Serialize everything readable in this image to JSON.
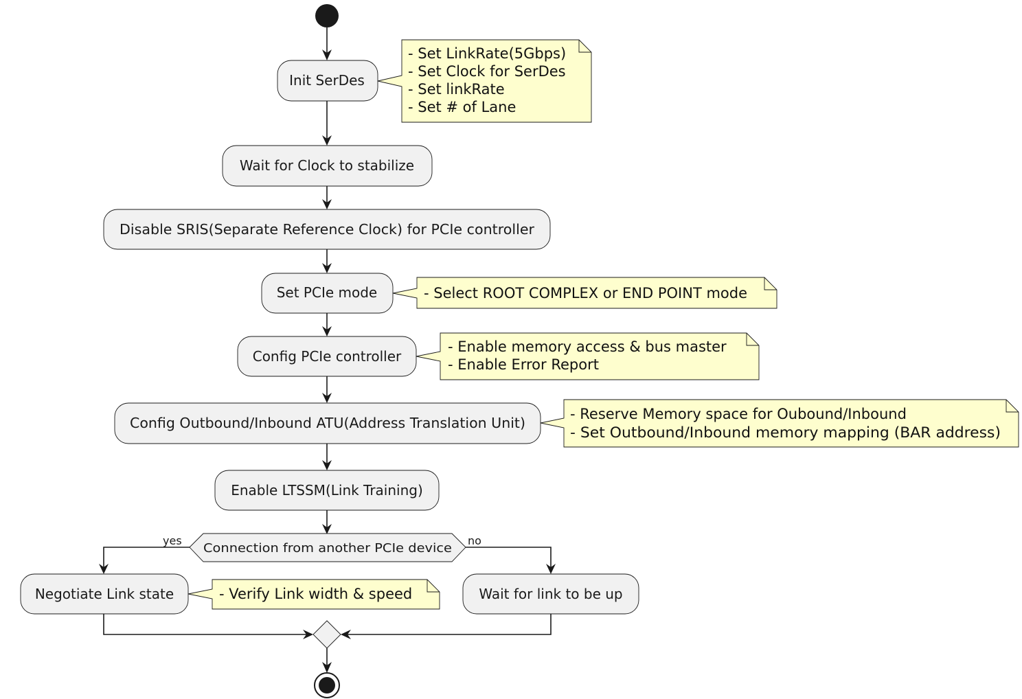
{
  "diagram": {
    "activities": {
      "init_serdes": "Init SerDes",
      "wait_clock": "Wait for Clock to stabilize",
      "disable_sris": "Disable SRIS(Separate Reference Clock) for PCIe controller",
      "set_mode": "Set PCIe mode",
      "config_controller": "Config PCIe controller",
      "config_atu": "Config Outbound/Inbound ATU(Address Translation Unit)",
      "enable_ltssm": "Enable LTSSM(Link Training)",
      "negotiate": "Negotiate Link state",
      "wait_link": "Wait for link to be up"
    },
    "decision": {
      "label": "Connection from another PCIe device",
      "yes": "yes",
      "no": "no"
    },
    "notes": {
      "init_serdes": [
        "- Set LinkRate(5Gbps)",
        "- Set Clock for SerDes",
        "- Set linkRate",
        "- Set # of Lane"
      ],
      "set_mode": [
        "- Select ROOT COMPLEX or END POINT mode"
      ],
      "config_controller": [
        "- Enable memory access & bus master",
        "- Enable Error Report"
      ],
      "config_atu": [
        "- Reserve Memory space for Oubound/Inbound",
        "- Set Outbound/Inbound memory mapping (BAR address)"
      ],
      "negotiate": [
        "- Verify Link width & speed"
      ]
    },
    "colors": {
      "activity_fill": "#f1f1f1",
      "note_fill": "#fefece",
      "line": "#1a1a1a"
    }
  }
}
